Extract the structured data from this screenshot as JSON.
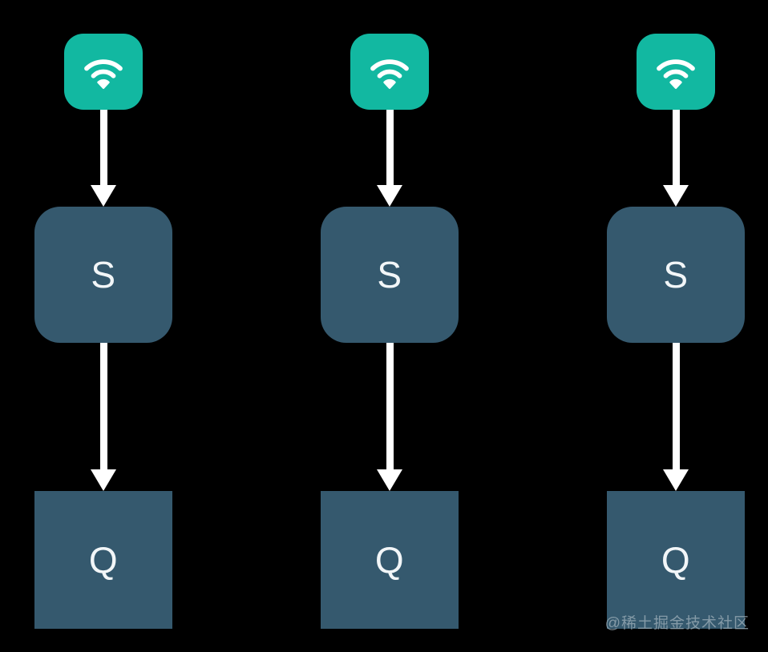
{
  "diagram": {
    "description": "Three identical vertical flows: wifi source tile -> arrow -> node S -> arrow -> node Q",
    "columns": [
      {
        "source_icon": "wifi-icon",
        "node1_label": "S",
        "node2_label": "Q"
      },
      {
        "source_icon": "wifi-icon",
        "node1_label": "S",
        "node2_label": "Q"
      },
      {
        "source_icon": "wifi-icon",
        "node1_label": "S",
        "node2_label": "Q"
      }
    ]
  },
  "watermark": {
    "text": "@稀土掘金技术社区"
  },
  "colors": {
    "background": "#000000",
    "wifi_tile": "#12b8a1",
    "node_fill": "#35596e",
    "arrow": "#ffffff",
    "node_text": "#f2f6f8",
    "watermark": "#9fb0ba"
  }
}
